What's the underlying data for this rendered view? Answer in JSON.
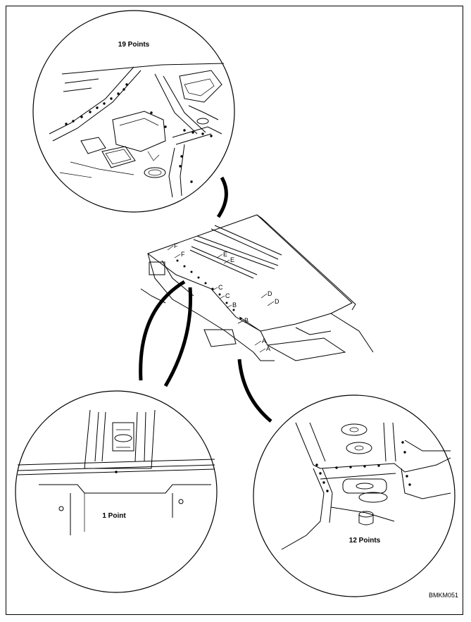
{
  "callouts": {
    "top": "19 Points",
    "bottom_left": "1 Point",
    "bottom_right": "12 Points"
  },
  "point_letters": {
    "a": "A",
    "b": "B",
    "c": "C",
    "d": "D",
    "e": "E",
    "f": "F"
  },
  "figure_code": "BMKM051"
}
